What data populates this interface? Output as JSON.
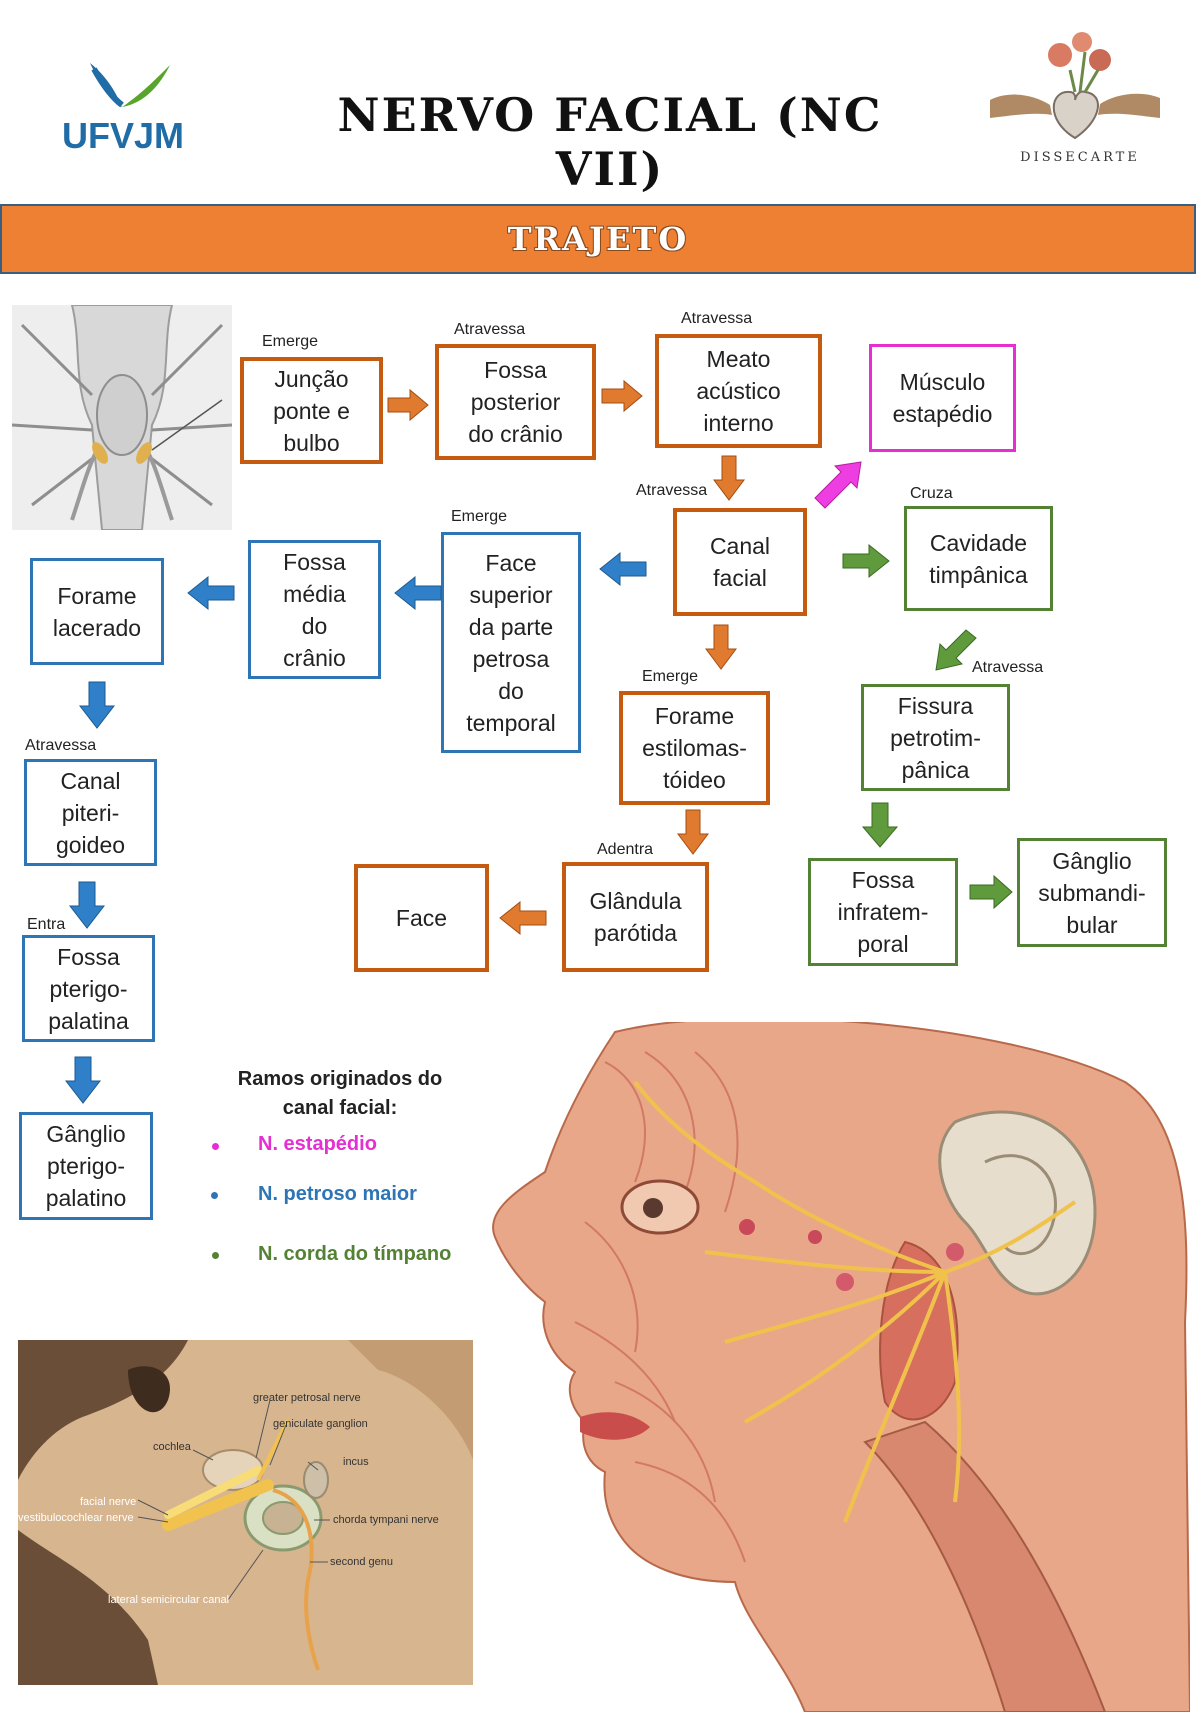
{
  "header": {
    "title": "NERVO FACIAL (NC VII)",
    "logo_left_text": "UFVJM",
    "logo_right_text": "DISSECARTE"
  },
  "banner": {
    "label": "TRAJETO"
  },
  "colors": {
    "orange": "#c55a11",
    "blue": "#2e75b6",
    "green": "#548235",
    "pink": "#e62fd2",
    "banner": "#ee8034"
  },
  "path_labels": {
    "emerge1": "Emerge",
    "atravessa1": "Atravessa",
    "atravessa2": "Atravessa",
    "atravessa3": "Atravessa",
    "emerge2": "Emerge",
    "cruza": "Cruza",
    "emerge3": "Emerge",
    "atravessa4": "Atravessa",
    "atravessa5": "Atravessa",
    "adentra": "Adentra",
    "entra": "Entra"
  },
  "boxes": {
    "juncao": "Junção\nponte e\nbulbo",
    "fossa_posterior": "Fossa\nposterior\ndo crânio",
    "meato": "Meato\nacústico\ninterno",
    "musculo": "Músculo\nestapédio",
    "canal_facial": "Canal\nfacial",
    "cavidade": "Cavidade\ntimpânica",
    "face_superior": "Face\nsuperior\nda parte\npetrosa\ndo\ntemporal",
    "fossa_media": "Fossa\nmédia\ndo\ncrânio",
    "forame_lacerado": "Forame\nlacerado",
    "forame_estilo": "Forame\nestilomas-\ntóideo",
    "fissura": "Fissura\npetrotim-\npânica",
    "canal_pterigoideo": "Canal\npiteri-\ngoideo",
    "glandula": "Glândula\nparótida",
    "face": "Face",
    "fossa_infra": "Fossa\ninfratem-\nporal",
    "ganglio_sub": "Gânglio\nsubmandi-\nbular",
    "fossa_pterigo": "Fossa\npterigo-\npalatina",
    "ganglio_pterigo": "Gânglio\npterigo-\npalatino"
  },
  "legend": {
    "title": "Ramos originados do\ncanal facial:",
    "items": [
      {
        "label": "N. estapédio",
        "color": "#e62fd2"
      },
      {
        "label": "N. petroso maior",
        "color": "#2e75b6"
      },
      {
        "label": "N. corda do tímpano",
        "color": "#548235"
      }
    ]
  },
  "ear_figure": {
    "labels": [
      "greater petrosal nerve",
      "geniculate ganglion",
      "cochlea",
      "incus",
      "facial nerve",
      "vestibulocochlear nerve",
      "chorda tympani nerve",
      "second genu",
      "lateral semicircular canal"
    ]
  }
}
